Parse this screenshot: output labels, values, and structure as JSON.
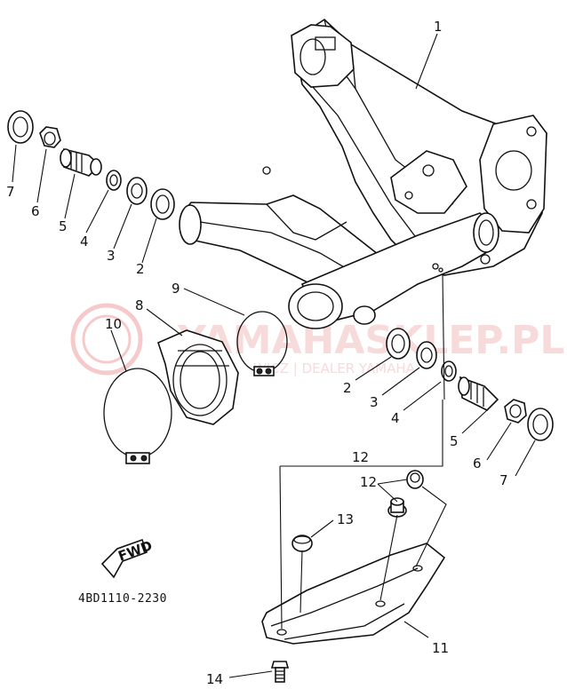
{
  "diagram": {
    "part_code": "4BD1110-2230",
    "fwd_label": "FWD",
    "watermark": {
      "brand": "YAMAHASKLEP.PL",
      "tagline": "WICZ | DEALER YAMAHA"
    },
    "callouts": [
      {
        "id": "c1-top",
        "text": "1"
      },
      {
        "id": "c7-left",
        "text": "7"
      },
      {
        "id": "c6-left",
        "text": "6"
      },
      {
        "id": "c5-left",
        "text": "5"
      },
      {
        "id": "c4-left",
        "text": "4"
      },
      {
        "id": "c3-left",
        "text": "3"
      },
      {
        "id": "c2-left",
        "text": "2"
      },
      {
        "id": "c9",
        "text": "9"
      },
      {
        "id": "c8",
        "text": "8"
      },
      {
        "id": "c10",
        "text": "10"
      },
      {
        "id": "c2-right",
        "text": "2"
      },
      {
        "id": "c3-right",
        "text": "3"
      },
      {
        "id": "c4-right",
        "text": "4"
      },
      {
        "id": "c5-right",
        "text": "5"
      },
      {
        "id": "c6-right",
        "text": "6"
      },
      {
        "id": "c7-right",
        "text": "7"
      },
      {
        "id": "c12-top",
        "text": "12"
      },
      {
        "id": "c12-mid",
        "text": "12"
      },
      {
        "id": "c13",
        "text": "13"
      },
      {
        "id": "c11",
        "text": "11"
      },
      {
        "id": "c14",
        "text": "14"
      }
    ]
  }
}
